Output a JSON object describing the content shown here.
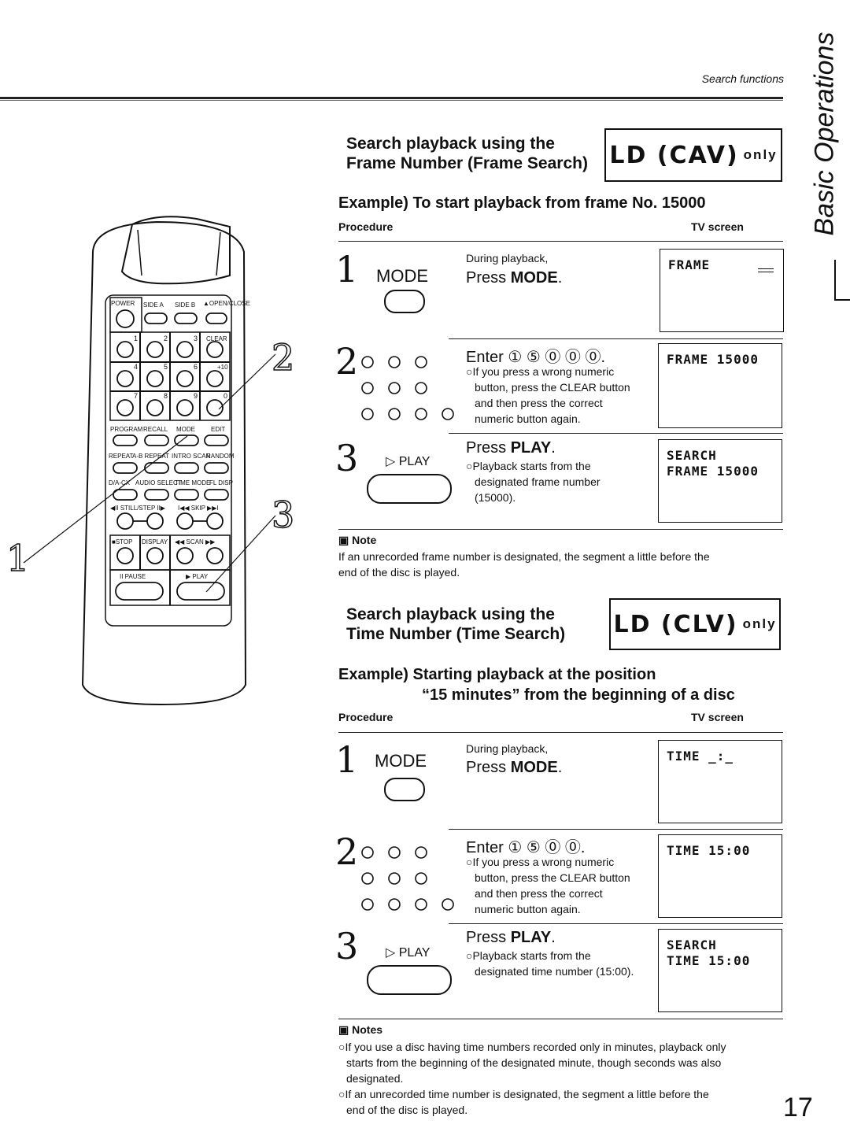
{
  "header": {
    "section_label": "Search functions",
    "side_tab": "Basic Operations",
    "page_number": "17"
  },
  "frame_search": {
    "title_line1": "Search playback using the",
    "title_line2": "Frame Number (Frame Search)",
    "logo_text": "LD (CAV)",
    "logo_only": "only",
    "example": "Example)  To start playback from frame No. 15000",
    "procedure_label": "Procedure",
    "tv_label": "TV screen",
    "step1": {
      "num": "1",
      "button": "MODE",
      "during": "During playback,",
      "press_prefix": "Press ",
      "press_key": "MODE",
      "press_suffix": ".",
      "tv": "FRAME"
    },
    "step2": {
      "num": "2",
      "enter": "Enter ① ⑤ ⓪ ⓪ ⓪.",
      "bullet1": "○If you press a wrong numeric",
      "bullet2": "button, press the CLEAR button",
      "bullet3": "and then press the correct",
      "bullet4": "numeric button again.",
      "tv": "FRAME 15000"
    },
    "step3": {
      "num": "3",
      "button": "▷ PLAY",
      "press_prefix": "Press ",
      "press_key": "PLAY",
      "press_suffix": ".",
      "bullet1": "○Playback starts from the",
      "bullet2": "designated frame number",
      "bullet3": "(15000).",
      "tv_line1": "SEARCH",
      "tv_line2": "FRAME 15000"
    },
    "note_title": "Note",
    "note_text_1": "If an unrecorded frame number is designated, the segment a little before the",
    "note_text_2": "end of the disc is played."
  },
  "time_search": {
    "title_line1": "Search playback using the",
    "title_line2": "Time Number (Time Search)",
    "logo_text": "LD (CLV)",
    "logo_only": "only",
    "example_line1": "Example)  Starting playback at the position",
    "example_line2": "“15 minutes” from the beginning of a disc",
    "procedure_label": "Procedure",
    "tv_label": "TV screen",
    "step1": {
      "num": "1",
      "button": "MODE",
      "during": "During playback,",
      "press_prefix": "Press ",
      "press_key": "MODE",
      "press_suffix": ".",
      "tv": "TIME _:_"
    },
    "step2": {
      "num": "2",
      "enter": "Enter ① ⑤ ⓪ ⓪.",
      "bullet1": "○If you press a wrong numeric",
      "bullet2": "button, press the CLEAR button",
      "bullet3": "and then press the correct",
      "bullet4": "numeric button again.",
      "tv": "TIME 15:00"
    },
    "step3": {
      "num": "3",
      "button": "▷ PLAY",
      "press_prefix": "Press ",
      "press_key": "PLAY",
      "press_suffix": ".",
      "bullet1": "○Playback starts from the",
      "bullet2": "designated time number (15:00).",
      "tv_line1": "SEARCH",
      "tv_line2": "TIME 15:00"
    },
    "notes_title": "Notes",
    "note1_1": "○If you use a disc having time numbers recorded only in minutes, playback only",
    "note1_2": "starts from the beginning of the designated minute, though seconds was also",
    "note1_3": "designated.",
    "note2_1": "○If an unrecorded time number is designated, the segment a little before the",
    "note2_2": "end of the disc is played."
  },
  "remote": {
    "power": "POWER",
    "side_a": "SIDE A",
    "side_b": "SIDE B",
    "open_close": "▲OPEN/CLOSE",
    "clear": "CLEAR",
    "plus10": "+10",
    "program": "PROGRAM",
    "recall": "RECALL",
    "mode": "MODE",
    "edit": "EDIT",
    "repeat": "REPEAT",
    "ab_repeat": "A-B REPEAT",
    "intro_scan": "INTRO SCAN",
    "random": "RANDOM",
    "dacx": "D/A-CX",
    "audio_select": "AUDIO SELECT",
    "time_mode": "TIME MODE",
    "fl_disp": "FL DISP",
    "still_step": "◀II STILL/STEP II▶",
    "skip": "I◀◀ SKIP ▶▶I",
    "stop": "■STOP",
    "display": "DISPLAY",
    "scan": "◀◀ SCAN ▶▶",
    "pause": "II PAUSE",
    "play": "▶ PLAY",
    "callout_1": "1",
    "callout_2": "2",
    "callout_3": "3",
    "digits": [
      "1",
      "2",
      "3",
      "4",
      "5",
      "6",
      "7",
      "8",
      "9",
      "0"
    ]
  }
}
